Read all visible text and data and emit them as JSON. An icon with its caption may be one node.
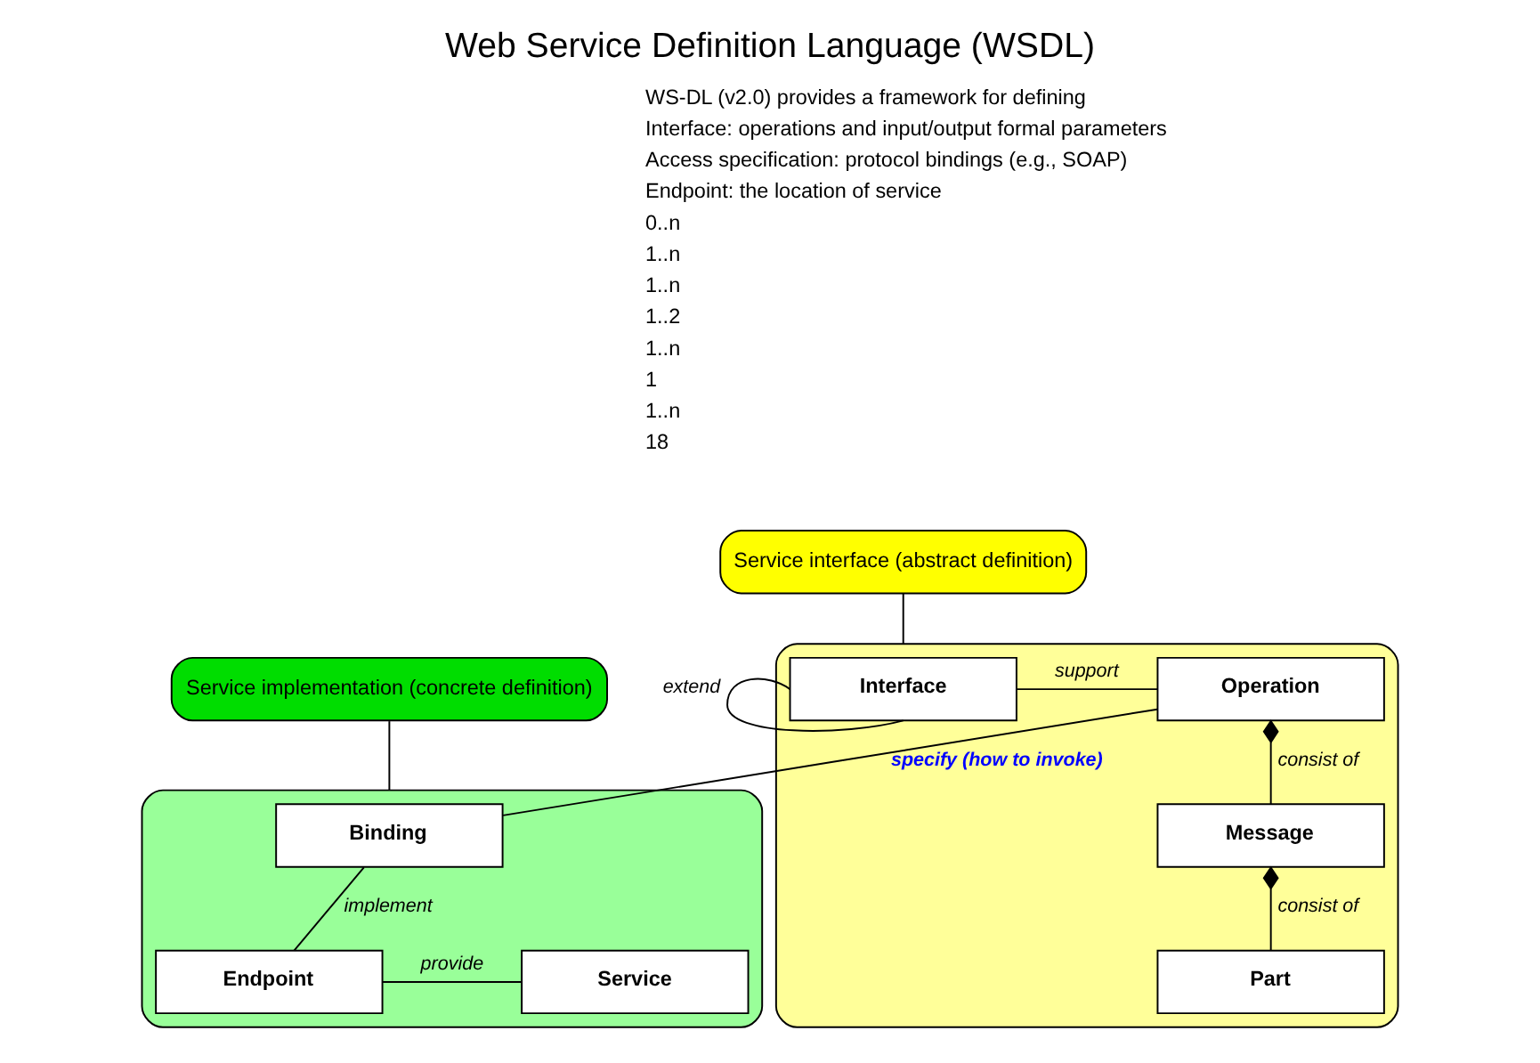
{
  "diagram": {
    "title": "Web Service Definition Language (WSDL)",
    "nodes": [
      {
        "text": [],
        "shape": "cloud"
      },
      {
        "text": [
          "Interface"
        ],
        "in": 0
      },
      {
        "text": [
          "Operation"
        ],
        "in": 0
      },
      {
        "text": [
          "Message"
        ],
        "in": 0
      },
      {
        "text": [
          "Part"
        ],
        "in": 0
      },
      {
        "text": [],
        "shape": "cloud"
      },
      {
        "text": [
          "Binding"
        ],
        "in": 5
      },
      {
        "text": [
          "Endpoint"
        ],
        "in": 5
      },
      {
        "text": [
          "Service"
        ],
        "in": 5
      },
      {
        "text": [
          "Service interface (abstract definition)"
        ]
      },
      {
        "text": [
          "Service implementation (concrete definition)"
        ]
      }
    ],
    "edges": [
      {
        "from": 1,
        "to": 2,
        "arrow": "none",
        "label": "support"
      },
      {
        "from": 1,
        "to": 1,
        "arrow": "none",
        "label": "extend"
      },
      {
        "from": 2,
        "to": 3,
        "arrow": "other",
        "label": "consist of"
      },
      {
        "from": 3,
        "to": 4,
        "arrow": "other",
        "label": "consist of"
      },
      {
        "from": 2,
        "to": 6,
        "arrow": "none",
        "label": "specify (how to invoke)"
      },
      {
        "from": 6,
        "to": 7,
        "arrow": "none",
        "label": "implement"
      },
      {
        "from": 7,
        "to": 8,
        "arrow": "none",
        "label": "provide"
      },
      {
        "from": 9,
        "to": 0,
        "arrow": "none"
      },
      {
        "from": 10,
        "to": 5,
        "arrow": "none"
      }
    ],
    "labels": [
      "WS-DL (v2.0) provides a framework for defining",
      "Interface: operations and input/output formal parameters",
      "Access specification: protocol bindings (e.g., SOAP)",
      "Endpoint: the location of service",
      "0..n",
      "1..n",
      "1..n",
      "1..2",
      "1..n",
      "1",
      "1..n",
      "18"
    ]
  }
}
